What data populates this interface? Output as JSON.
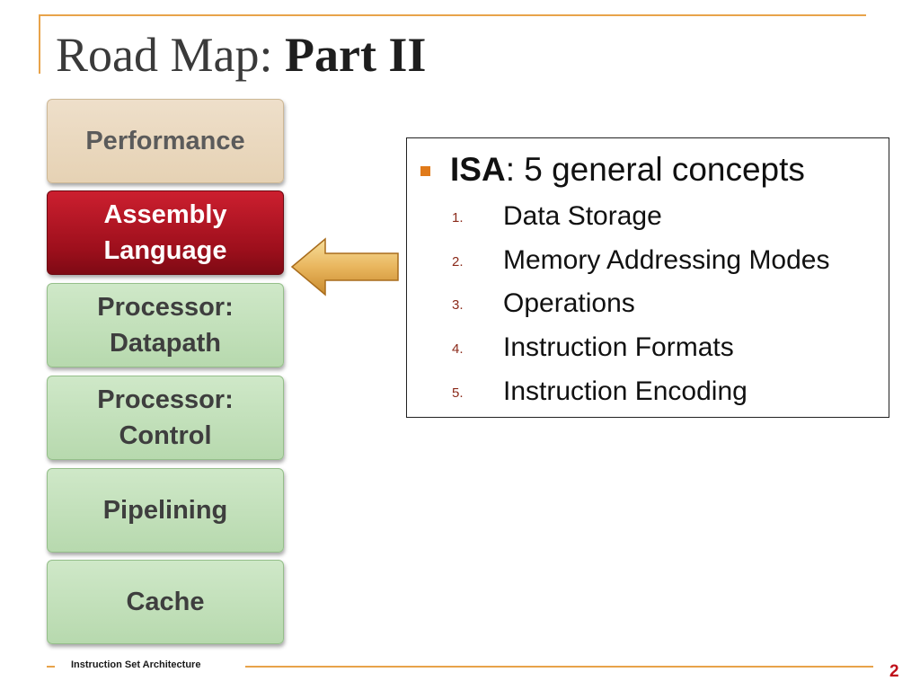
{
  "slide": {
    "title_prefix": "Road Map: ",
    "title_emphasis": "Part II"
  },
  "roadmap": {
    "items": [
      {
        "lines": [
          "Performance"
        ],
        "state": "default"
      },
      {
        "lines": [
          "Assembly",
          "Language"
        ],
        "state": "active"
      },
      {
        "lines": [
          "Processor:",
          "Datapath"
        ],
        "state": "default"
      },
      {
        "lines": [
          "Processor:",
          "Control"
        ],
        "state": "default"
      },
      {
        "lines": [
          "Pipelining"
        ],
        "state": "default"
      },
      {
        "lines": [
          "Cache"
        ],
        "state": "default"
      }
    ]
  },
  "isa": {
    "heading_bold": "ISA",
    "heading_rest": ": 5 general concepts",
    "concepts": [
      {
        "num": "1.",
        "text": "Data Storage"
      },
      {
        "num": "2.",
        "text": "Memory Addressing Modes"
      },
      {
        "num": "3.",
        "text": "Operations"
      },
      {
        "num": "4.",
        "text": "Instruction Formats"
      },
      {
        "num": "5.",
        "text": "Instruction Encoding"
      }
    ]
  },
  "footer": {
    "label": "Instruction Set Architecture",
    "page_number": "2"
  },
  "colors": {
    "accent": "#e8a34a",
    "active_box": "#b3172a",
    "completed_box": "#e6d2b4",
    "upcoming_box": "#b7d9ae",
    "page_number": "#c0101a"
  },
  "icons": {
    "pointer": "arrow-left-icon",
    "bullet": "square-bullet-icon"
  }
}
